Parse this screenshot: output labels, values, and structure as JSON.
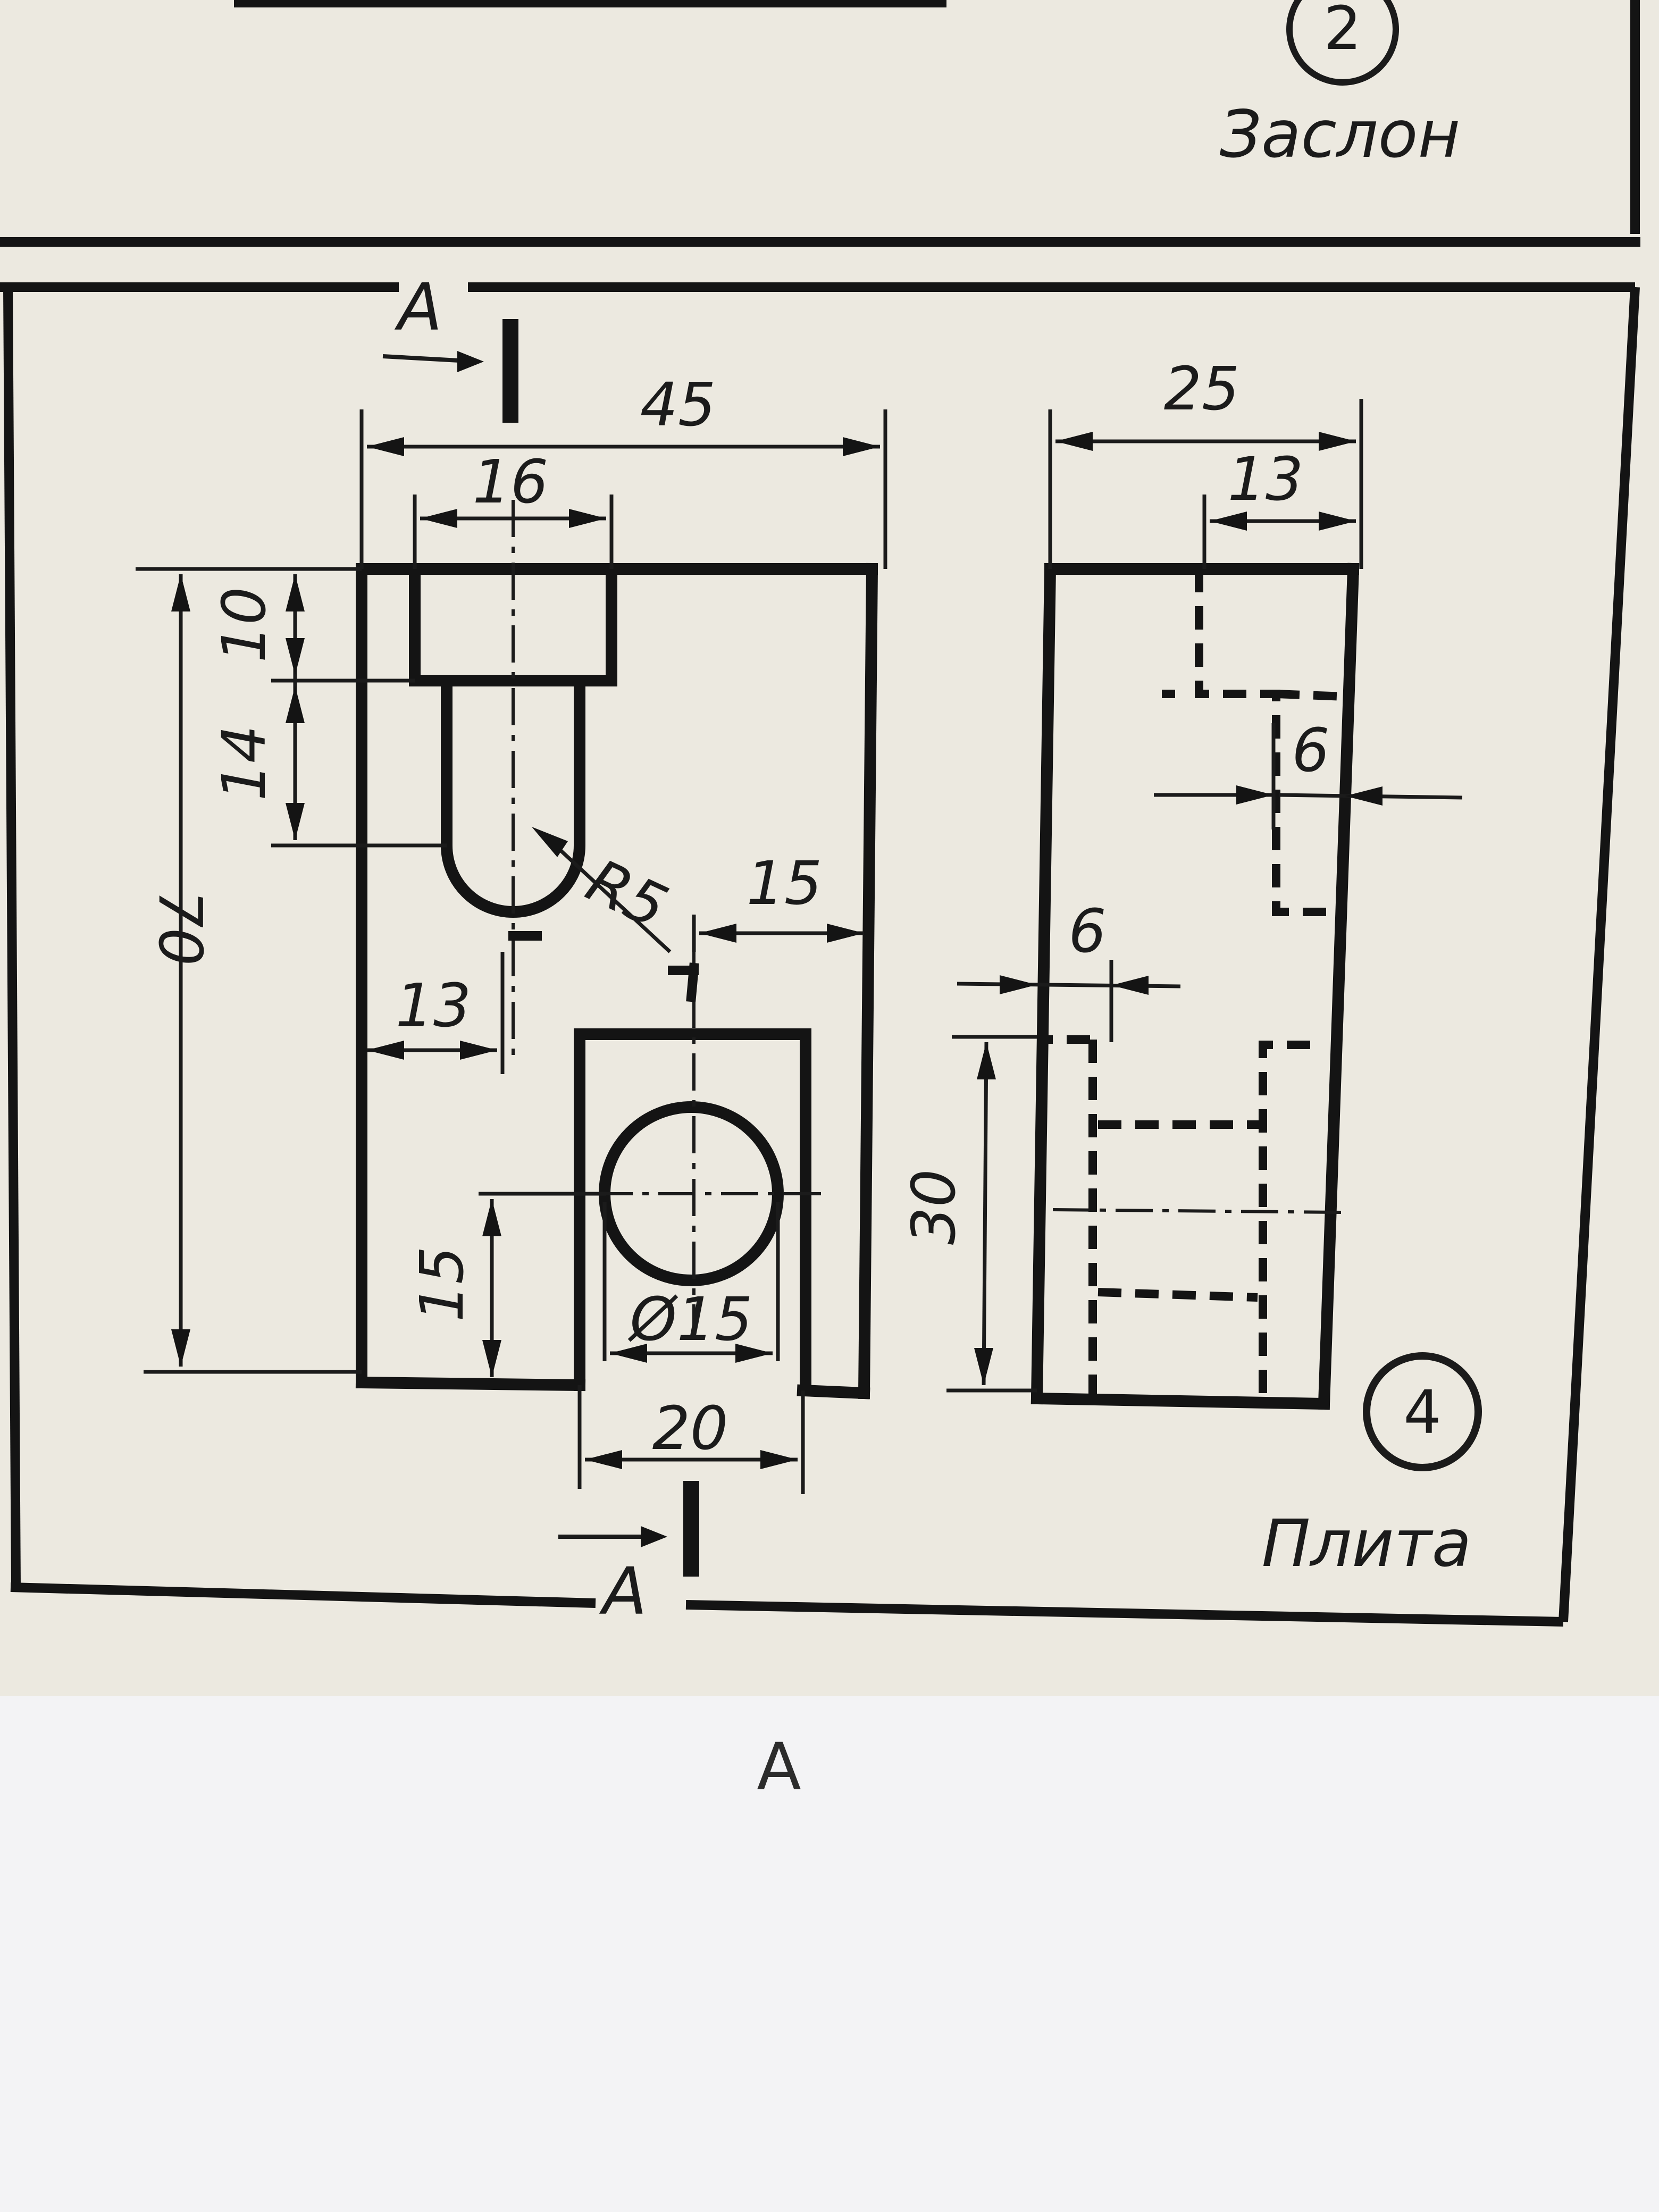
{
  "labels": {
    "top_part_name": "Заслон",
    "top_part_number": "2",
    "part_name": "Плита",
    "part_number": "4",
    "section_letter": "A"
  },
  "dimensions": {
    "width_45": "45",
    "width_16": "16",
    "height_10": "10",
    "height_14": "14",
    "height_70": "70",
    "radius": "R5",
    "offset_15_right": "15",
    "offset_13": "13",
    "height_15": "15",
    "diameter": "Ø15",
    "width_20": "20",
    "side_width_25": "25",
    "side_width_13": "13",
    "side_6_upper": "6",
    "side_6_lower": "6",
    "side_height_30": "30"
  }
}
